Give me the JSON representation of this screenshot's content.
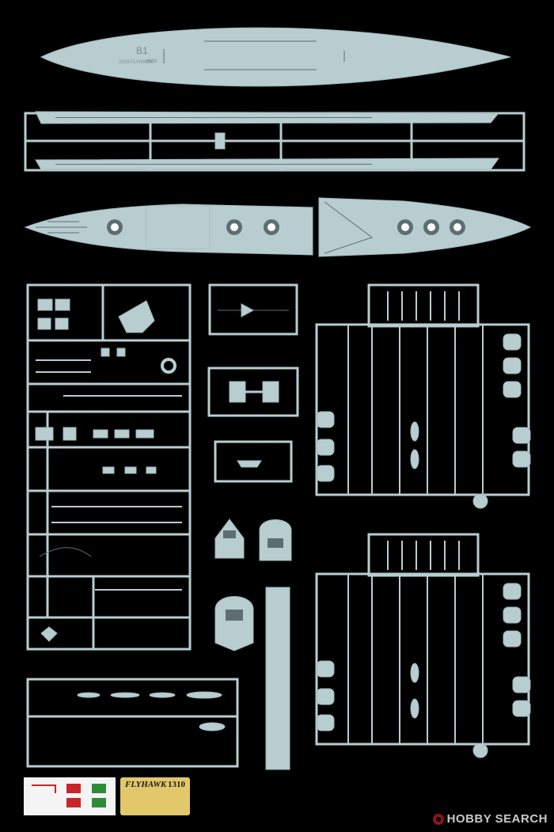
{
  "hull_part": {
    "code": "B1",
    "ref": "0609",
    "copyright": "2019 FLYHAWK"
  },
  "brand": "FLYHAWK",
  "kit_number": "1310",
  "watermark": "HOBBY SEARCH",
  "colors": {
    "background": "#000000",
    "plastic": "#b8cdd0",
    "plastic_edge": "#9fb6ba",
    "detail": "#5d6e72",
    "etch": "#e2c86a",
    "decal_red": "#c8262a",
    "decal_green": "#2e8b3a"
  }
}
